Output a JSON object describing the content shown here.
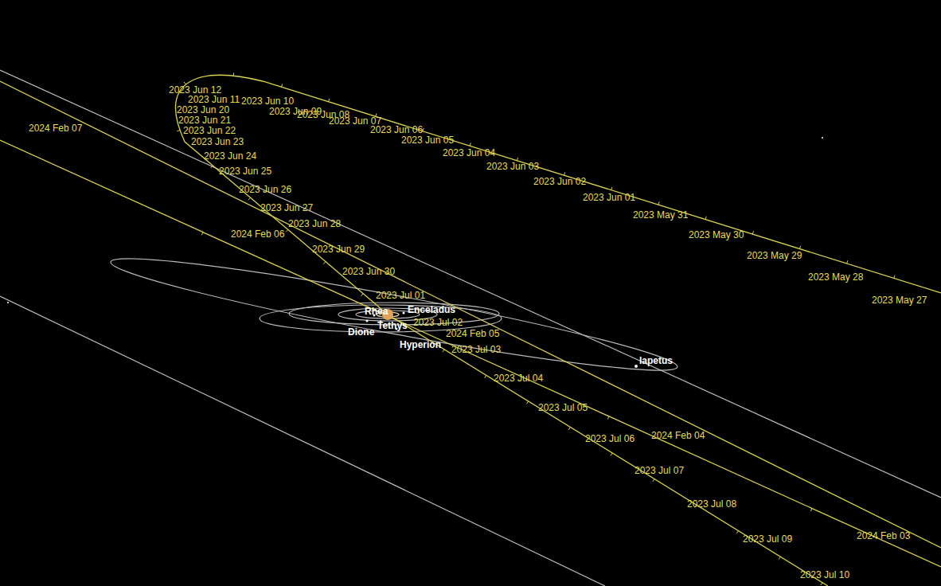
{
  "diagram": {
    "labels": [
      "2024 Feb 07",
      "2023 Jun 12",
      "2023 Jun 11",
      "2023 Jun 10",
      "2023 Jun 09",
      "2023 Jun 08",
      "2023 Jun 07",
      "2023 Jun 06",
      "2023 Jun 05",
      "2023 Jun 04",
      "2023 Jun 03",
      "2023 Jun 02",
      "2023 Jun 01",
      "2023 May 31",
      "2023 May 30",
      "2023 May 29",
      "2023 May 28",
      "2023 May 27",
      "2023 Jun 20",
      "2023 Jun 21",
      "2023 Jun 22",
      "2023 Jun 23",
      "2023 Jun 24",
      "2023 Jun 25",
      "2023 Jun 26",
      "2023 Jun 27",
      "2024 Feb 06",
      "2023 Jun 28",
      "2023 Jun 29",
      "2023 Jun 30",
      "2023 Jul 01",
      "Rhea",
      "Enceladus",
      "Tethys",
      "2023 Jul 02",
      "Dione",
      "2024 Feb 05",
      "Hyperion",
      "2023 Jul 03",
      "Iapetus",
      "2023 Jul 04",
      "2023 Jul 05",
      "2023 Jul 06",
      "2024 Feb 04",
      "2023 Jul 07",
      "2023 Jul 08",
      "2023 Jul 09",
      "2024 Feb 03",
      "2023 Jul 10"
    ]
  }
}
